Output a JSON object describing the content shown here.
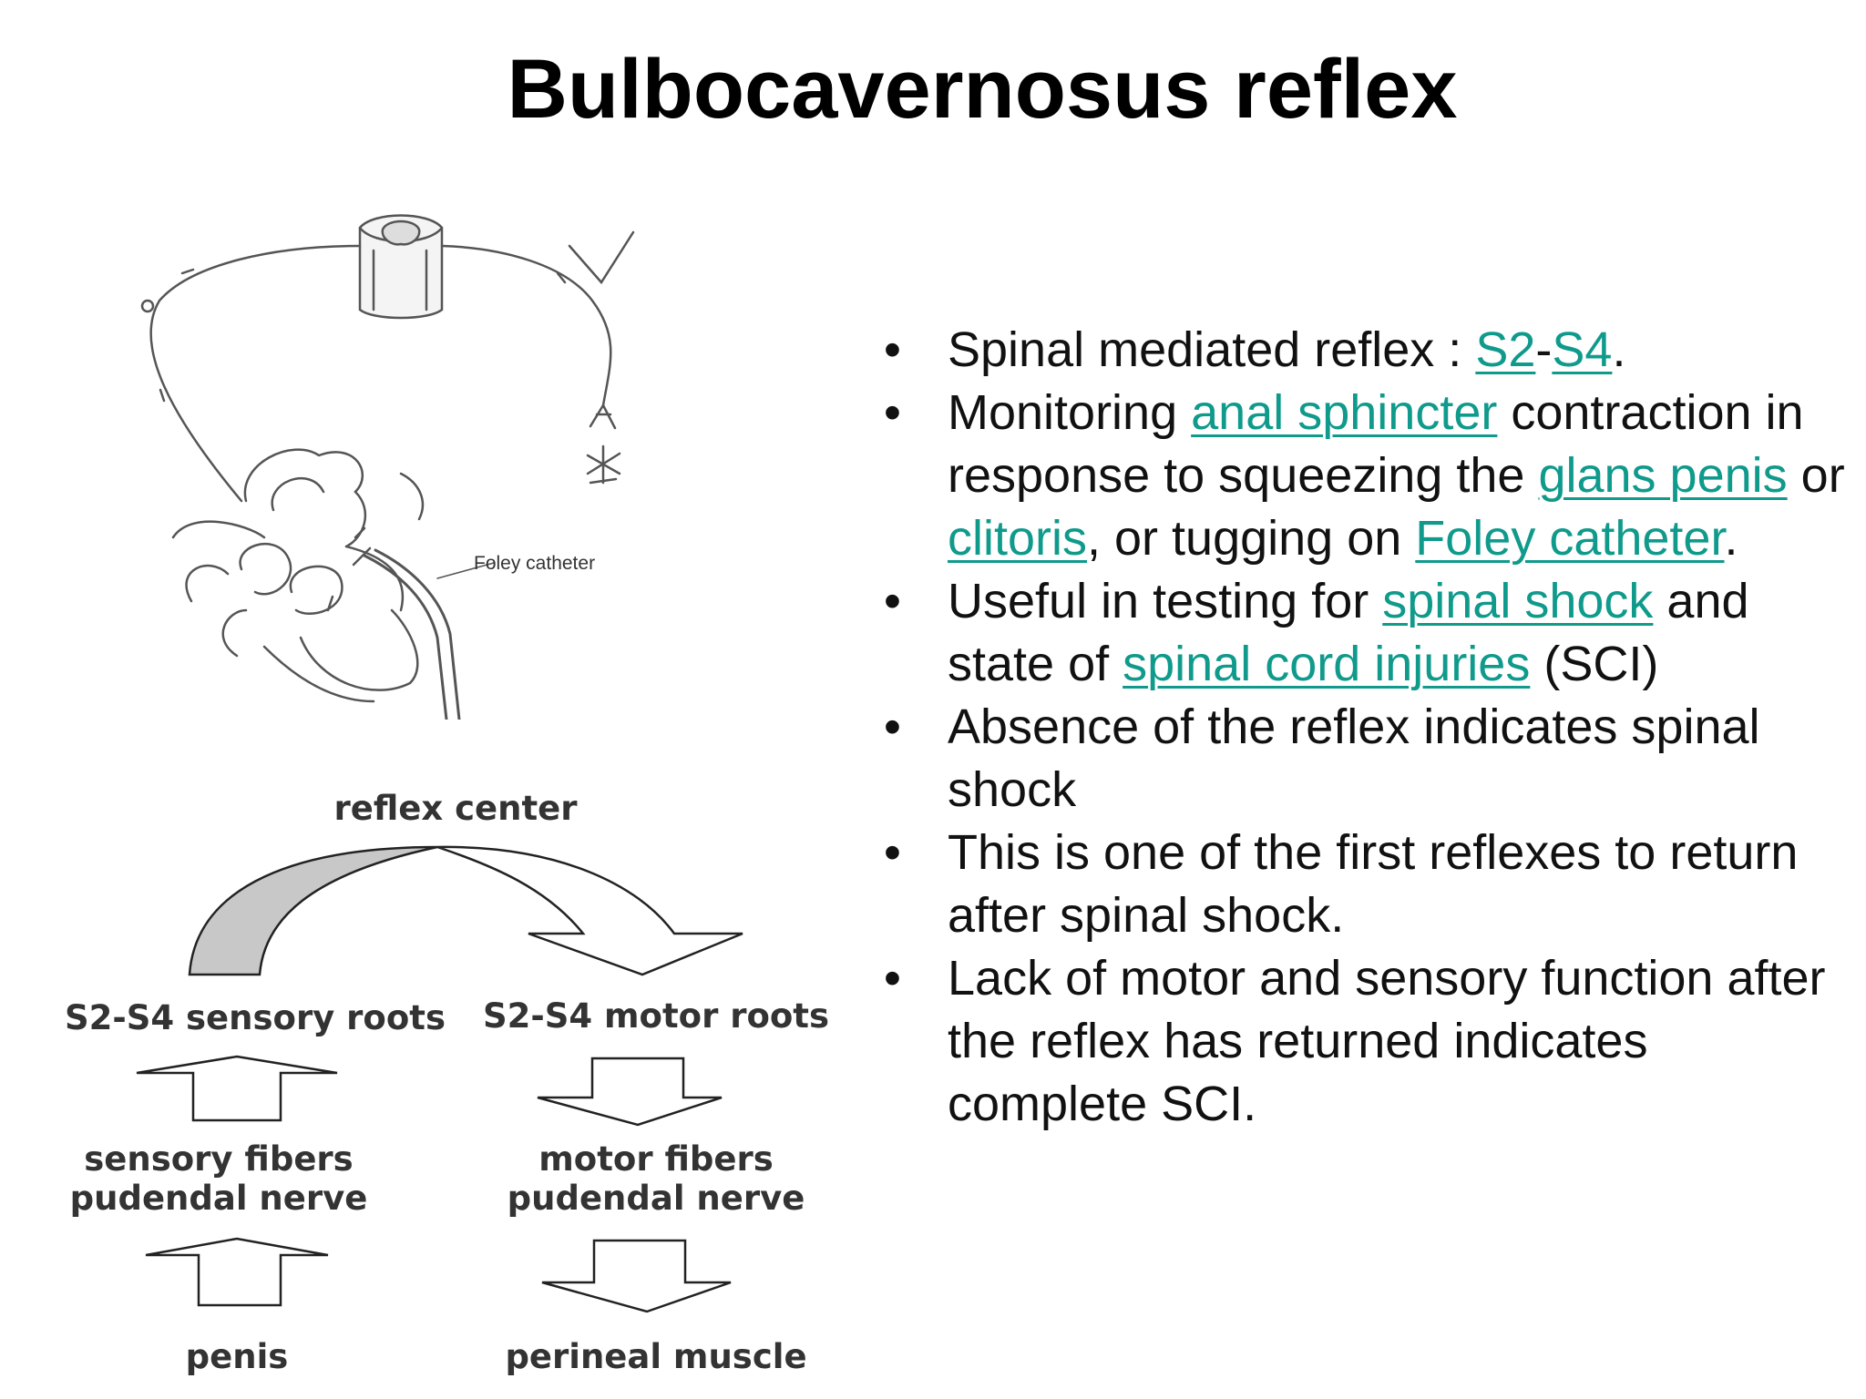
{
  "slide": {
    "title": "Bulbocavernosus reflex"
  },
  "illustration": {
    "label": "Foley catheter"
  },
  "diagram": {
    "reflex_center": "reflex center",
    "sensory_roots": "S2-S4 sensory roots",
    "motor_roots": "S2-S4 motor roots",
    "sensory_fibers": "sensory fibers",
    "sensory_nerve": "pudendal nerve",
    "motor_fibers": "motor fibers",
    "motor_nerve": "pudendal nerve",
    "penis": "penis",
    "perineal_muscle": "perineal muscle"
  },
  "bullets": {
    "b1": {
      "t1": "Spinal mediated reflex : ",
      "l1": "S2",
      "t2": "-",
      "l2": "S4",
      "t3": "."
    },
    "b2": {
      "t1": "Monitoring ",
      "l1": "anal sphincter",
      "t2": " contraction in response to squeezing the ",
      "l2": "glans penis",
      "t3": " or ",
      "l3": "clitoris",
      "t4": ", or tugging on ",
      "l4": "Foley catheter",
      "t5": "."
    },
    "b3": {
      "t1": "Useful in testing for ",
      "l1": "spinal shock",
      "t2": " and state of ",
      "l2": "spinal cord injuries",
      "t3": " (SCI)"
    },
    "b4": {
      "t1": "Absence of the reflex indicates spinal shock"
    },
    "b5": {
      "t1": "This is one of the first reflexes to return after spinal shock."
    },
    "b6": {
      "t1": "Lack of motor and sensory function after the reflex has returned indicates complete SCI."
    }
  },
  "colors": {
    "link": "#0f9a8c",
    "sensory_arc_fill": "#c8c8c8",
    "text": "#111111"
  }
}
